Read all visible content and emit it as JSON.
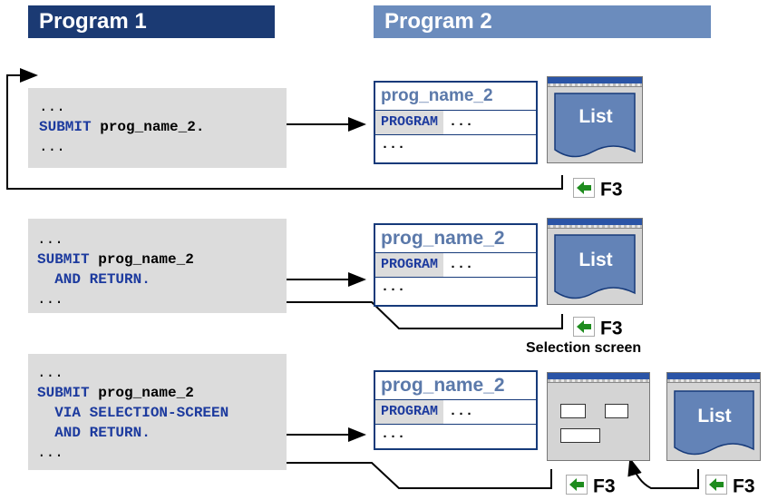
{
  "headers": {
    "program1": "Program 1",
    "program2": "Program 2"
  },
  "colors": {
    "header1": "#1b3a73",
    "header2": "#6b8cbd",
    "keyword": "#1c3a9e",
    "prog_title": "#5b79aa",
    "window_bar": "#2a54a6",
    "list_fill": "#6383b7",
    "arrow_green": "#1e8c1e"
  },
  "blocks": [
    {
      "code": {
        "line1": "...",
        "kw": "SUBMIT",
        "name": " prog_name_2.",
        "line_last": "..."
      }
    },
    {
      "code": {
        "line1": "...",
        "kw": "SUBMIT",
        "name": " prog_name_2",
        "cont1": "  AND RETURN.",
        "line_last": "..."
      }
    },
    {
      "code": {
        "line1": "...",
        "kw": "SUBMIT",
        "name": " prog_name_2",
        "cont1": "  VIA SELECTION-SCREEN",
        "cont2": "  AND RETURN.",
        "line_last": "..."
      }
    }
  ],
  "prog_box": {
    "title1": "prog_name_2",
    "title": "prog_name_2",
    "keyword": "PROGRAM",
    "dots": "...",
    "dots2": "..."
  },
  "list_label": "List",
  "f3_label": "F3",
  "selection_screen_label": "Selection screen",
  "icons": [
    "green-back-arrow-icon"
  ]
}
